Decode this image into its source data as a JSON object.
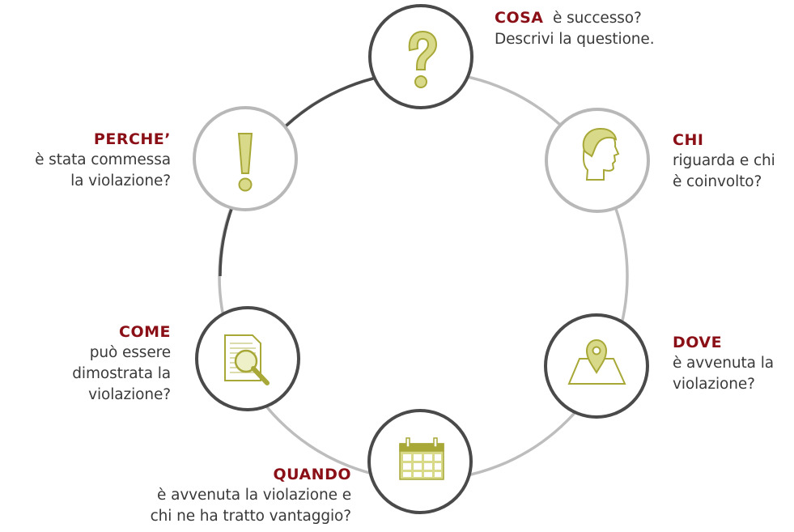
{
  "colors": {
    "keyword": "#8b0f16",
    "icon": "#a8a838",
    "icon_fill": "#d9d98a",
    "ring_dark": "#4a4a4a",
    "ring_light": "#bdbdbd"
  },
  "items": {
    "cosa": {
      "keyword": "COSA",
      "inline": "è successo?",
      "lines": [
        "Descrivi la questione."
      ],
      "icon": "question-mark-icon"
    },
    "chi": {
      "keyword": "CHI",
      "lines": [
        "riguarda e chi",
        "è coinvolto?"
      ],
      "icon": "head-profile-icon"
    },
    "dove": {
      "keyword": "DOVE",
      "lines": [
        "è avvenuta la",
        "violazione?"
      ],
      "icon": "map-pin-icon"
    },
    "quando": {
      "keyword": "QUANDO",
      "lines": [
        "è avvenuta la violazione e",
        "chi ne ha tratto vantaggio?"
      ],
      "icon": "calendar-icon"
    },
    "come": {
      "keyword": "COME",
      "lines": [
        "può essere",
        "dimostrata la",
        "violazione?"
      ],
      "icon": "document-magnifier-icon"
    },
    "perche": {
      "keyword": "PERCHE’",
      "lines": [
        "è stata commessa",
        "la violazione?"
      ],
      "icon": "exclamation-mark-icon"
    }
  }
}
